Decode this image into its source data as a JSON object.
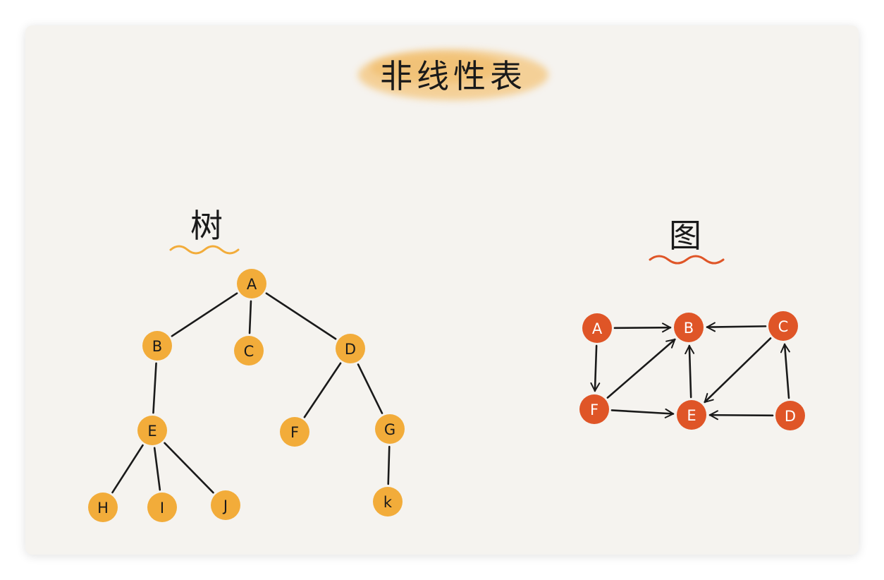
{
  "title": "非线性表",
  "tree": {
    "label": "树",
    "accent": "#f2ac3a",
    "nodes": [
      {
        "id": "A",
        "label": "A"
      },
      {
        "id": "B",
        "label": "B"
      },
      {
        "id": "C",
        "label": "C"
      },
      {
        "id": "D",
        "label": "D"
      },
      {
        "id": "E",
        "label": "E"
      },
      {
        "id": "F",
        "label": "F"
      },
      {
        "id": "G",
        "label": "G"
      },
      {
        "id": "H",
        "label": "H"
      },
      {
        "id": "I",
        "label": "I"
      },
      {
        "id": "J",
        "label": "J"
      },
      {
        "id": "K",
        "label": "k"
      }
    ],
    "edges": [
      [
        "A",
        "B"
      ],
      [
        "A",
        "C"
      ],
      [
        "A",
        "D"
      ],
      [
        "B",
        "E"
      ],
      [
        "D",
        "F"
      ],
      [
        "D",
        "G"
      ],
      [
        "E",
        "H"
      ],
      [
        "E",
        "I"
      ],
      [
        "E",
        "J"
      ],
      [
        "G",
        "K"
      ]
    ]
  },
  "graph": {
    "label": "图",
    "accent": "#df5527",
    "nodes": [
      {
        "id": "A",
        "label": "A"
      },
      {
        "id": "B",
        "label": "B"
      },
      {
        "id": "C",
        "label": "C"
      },
      {
        "id": "F",
        "label": "F"
      },
      {
        "id": "E",
        "label": "E"
      },
      {
        "id": "D",
        "label": "D"
      }
    ],
    "edges": [
      [
        "A",
        "B"
      ],
      [
        "C",
        "B"
      ],
      [
        "A",
        "F"
      ],
      [
        "F",
        "B"
      ],
      [
        "E",
        "B"
      ],
      [
        "C",
        "E"
      ],
      [
        "F",
        "E"
      ],
      [
        "D",
        "E"
      ],
      [
        "D",
        "C"
      ]
    ]
  }
}
